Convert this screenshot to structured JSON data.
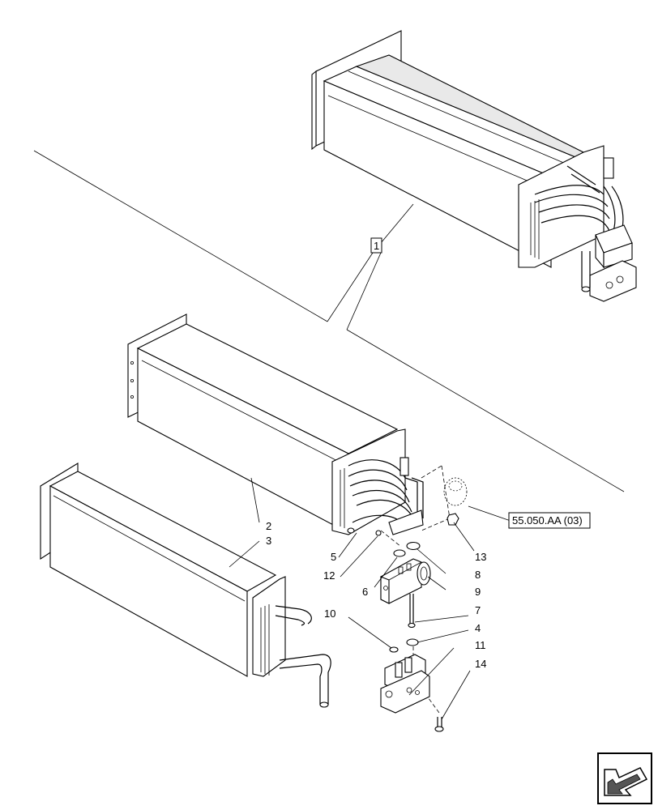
{
  "callouts": {
    "c1": "1",
    "c2": "2",
    "c3": "3",
    "c4": "4",
    "c5": "5",
    "c6": "6",
    "c7": "7",
    "c8": "8",
    "c9": "9",
    "c10": "10",
    "c11": "11",
    "c12": "12",
    "c13": "13",
    "c14": "14"
  },
  "reference": "55.050.AA (03)",
  "nav_icon": "arrow-nav-icon"
}
